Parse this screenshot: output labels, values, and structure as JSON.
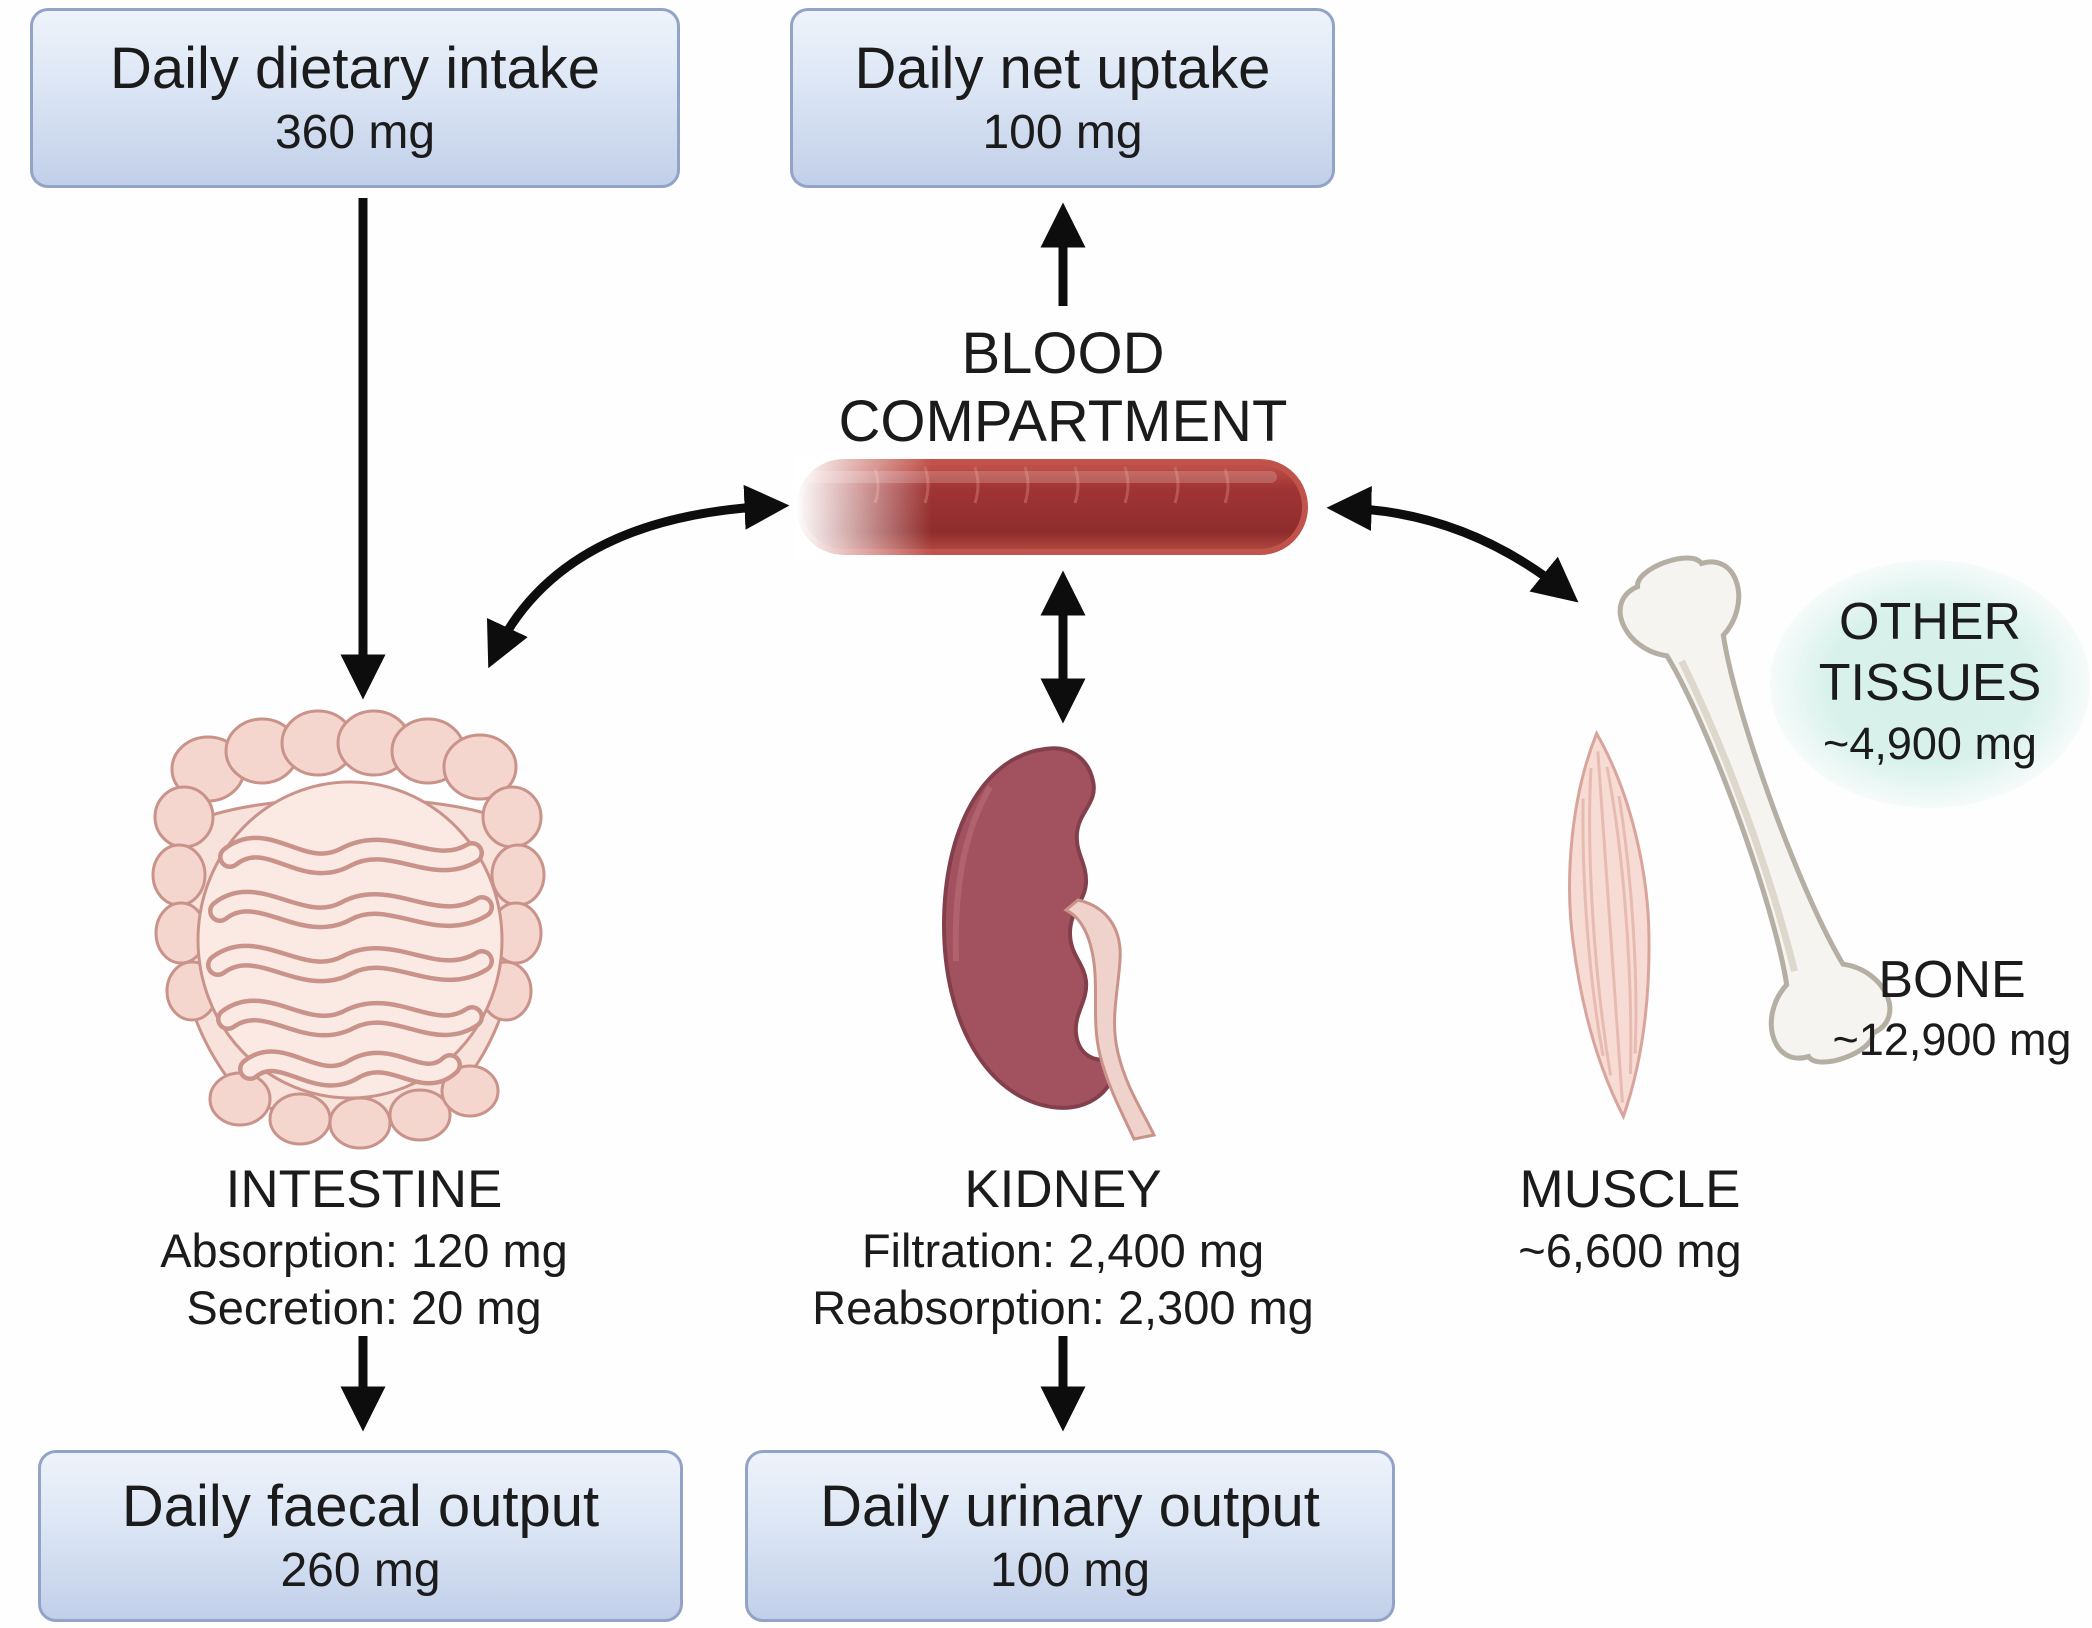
{
  "boxes": {
    "dietary_intake": {
      "title": "Daily dietary intake",
      "value": "360 mg"
    },
    "net_uptake": {
      "title": "Daily net uptake",
      "value": "100 mg"
    },
    "faecal_output": {
      "title": "Daily faecal output",
      "value": "260 mg"
    },
    "urinary_output": {
      "title": "Daily urinary output",
      "value": "100 mg"
    }
  },
  "blood_compartment": {
    "line1": "BLOOD",
    "line2": "COMPARTMENT"
  },
  "intestine": {
    "name": "INTESTINE",
    "absorption": "Absorption: 120 mg",
    "secretion": "Secretion: 20 mg"
  },
  "kidney": {
    "name": "KIDNEY",
    "filtration": "Filtration: 2,400 mg",
    "reabsorption": "Reabsorption: 2,300 mg"
  },
  "muscle": {
    "name": "MUSCLE",
    "value": "~6,600 mg"
  },
  "bone": {
    "name": "BONE",
    "value": "~12,900 mg"
  },
  "other_tissues": {
    "line1": "OTHER",
    "line2": "TISSUES",
    "value": "~4,900 mg"
  },
  "colors": {
    "box_border": "#93a3c7",
    "box_background_top": "#eef3fb",
    "box_background_bottom": "#c2cfe9",
    "vessel_dark_red": "#8f2d2d",
    "vessel_outline": "#c0544c",
    "kidney_red": "#a2525e",
    "intestine_pink": "#fbe9e4",
    "bone_ivory": "#f6f4f0",
    "tissue_glow_mint": "#d6f1ea",
    "arrow_black": "#0d0d0d"
  }
}
